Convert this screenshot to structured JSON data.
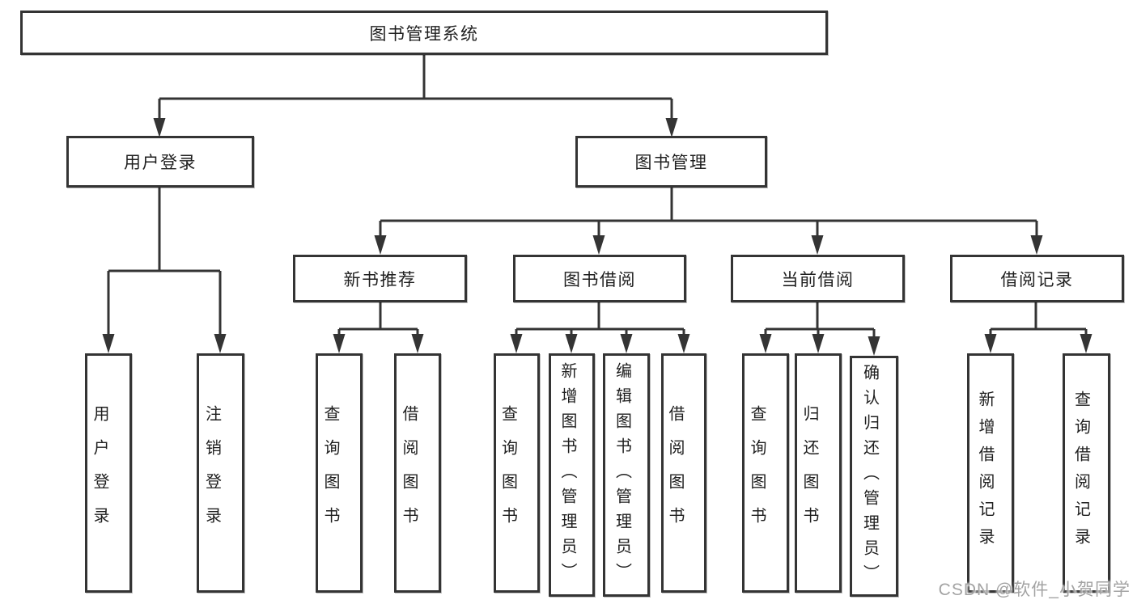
{
  "diagram_type": "hierarchy-tree",
  "colors": {
    "line": "#343434",
    "node_border": "#343434",
    "node_fill": "#ffffff",
    "text": "#1f1f1f",
    "watermark_text": "#a3a3a3",
    "background": "#ffffff"
  },
  "nodes": {
    "root": {
      "label": "图书管理系统"
    },
    "user_login": {
      "label": "用户登录",
      "parent": "root"
    },
    "book_mgmt": {
      "label": "图书管理",
      "parent": "root"
    },
    "leaf_user_login": {
      "label": "用户登录",
      "parent": "user_login"
    },
    "leaf_logout": {
      "label": "注销登录",
      "parent": "user_login"
    },
    "new_book_rec": {
      "label": "新书推荐",
      "parent": "book_mgmt"
    },
    "book_borrow": {
      "label": "图书借阅",
      "parent": "book_mgmt"
    },
    "current_borrow": {
      "label": "当前借阅",
      "parent": "book_mgmt"
    },
    "borrow_records": {
      "label": "借阅记录",
      "parent": "book_mgmt"
    },
    "leaf_rec_query": {
      "label": "查询图书",
      "parent": "new_book_rec"
    },
    "leaf_rec_borrow": {
      "label": "借阅图书",
      "parent": "new_book_rec"
    },
    "leaf_bb_query": {
      "label": "查询图书",
      "parent": "book_borrow"
    },
    "leaf_bb_add": {
      "label": "新增图书（管理员）",
      "parent": "book_borrow"
    },
    "leaf_bb_edit": {
      "label": "编辑图书（管理员）",
      "parent": "book_borrow"
    },
    "leaf_bb_borrow": {
      "label": "借阅图书",
      "parent": "book_borrow"
    },
    "leaf_cb_query": {
      "label": "查询图书",
      "parent": "current_borrow"
    },
    "leaf_cb_return": {
      "label": "归还图书",
      "parent": "current_borrow"
    },
    "leaf_cb_confirm": {
      "label": "确认归还（管理员）",
      "parent": "current_borrow"
    },
    "leaf_br_add": {
      "label": "新增借阅记录",
      "parent": "borrow_records"
    },
    "leaf_br_query": {
      "label": "查询借阅记录",
      "parent": "borrow_records"
    }
  },
  "watermark": {
    "text": "CSDN @软件_小贺同学"
  }
}
